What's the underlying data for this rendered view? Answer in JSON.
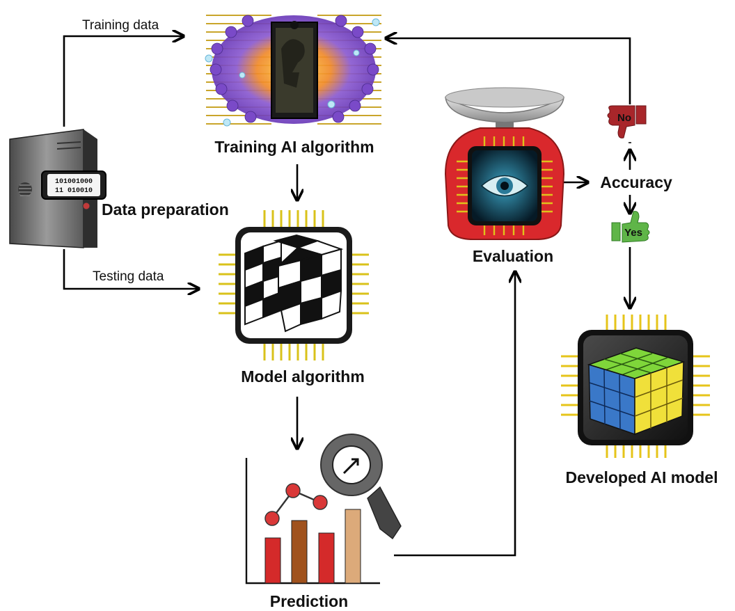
{
  "labels": {
    "training_data": "Training data",
    "testing_data": "Testing data",
    "training_ai_algorithm": "Training AI algorithm",
    "data_preparation": "Data preparation",
    "model_algorithm": "Model algorithm",
    "prediction": "Prediction",
    "evaluation": "Evaluation",
    "accuracy": "Accuracy",
    "no": "No",
    "yes": "Yes",
    "developed_ai_model": "Developed AI model"
  },
  "server_display": {
    "line1": "101001000",
    "line2": "11 010010"
  },
  "icons": {
    "server": "server-tower-icon",
    "training_chip": "membrane-chip-icon",
    "model_chip": "rubiks-cube-chip-icon",
    "prediction": "bar-chart-magnifier-icon",
    "evaluation": "scale-eye-chip-icon",
    "no": "thumbs-down-icon",
    "yes": "thumbs-up-icon",
    "developed_model": "colored-cube-chip-icon"
  },
  "colors": {
    "arrow": "#000000",
    "no_red": "#a8262a",
    "yes_green": "#5fb548",
    "scale_red": "#d9282c",
    "pin_gold": "#e0c21a",
    "bar_red": "#d42a2a",
    "bar_brown": "#a0521d",
    "bar_tan": "#dcaa7a",
    "cube_green": "#7fd63a",
    "cube_blue": "#3a78c8",
    "cube_yellow": "#f0e03a"
  }
}
